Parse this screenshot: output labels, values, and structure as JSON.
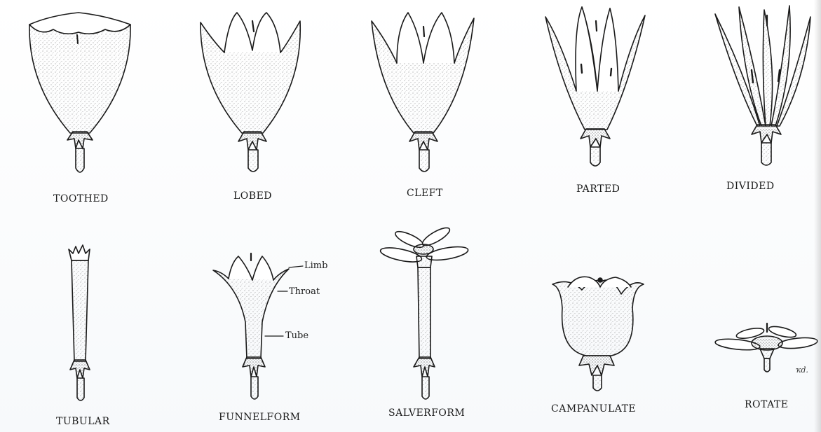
{
  "row1": [
    {
      "key": "toothed",
      "label": "TOOTHED"
    },
    {
      "key": "lobed",
      "label": "LOBED"
    },
    {
      "key": "cleft",
      "label": "CLEFT"
    },
    {
      "key": "parted",
      "label": "PARTED"
    },
    {
      "key": "divided",
      "label": "DIVIDED"
    }
  ],
  "row2": [
    {
      "key": "tubular",
      "label": "TUBULAR"
    },
    {
      "key": "funnelform",
      "label": "FUNNELFORM"
    },
    {
      "key": "salverform",
      "label": "SALVERFORM"
    },
    {
      "key": "campanulate",
      "label": "CAMPANULATE"
    },
    {
      "key": "rotate",
      "label": "ROTATE"
    }
  ],
  "parts": {
    "limb": "Limb",
    "throat": "Throat",
    "tube": "Tube"
  },
  "initials": "ҡd.",
  "ink_color": "#1a1a1a",
  "stipple_color": "#7a7a7a"
}
